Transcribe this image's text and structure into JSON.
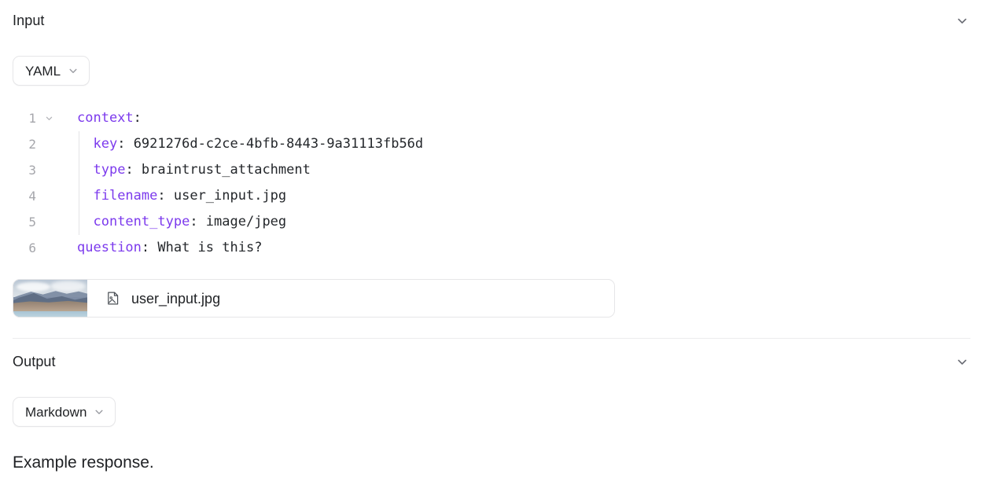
{
  "input": {
    "title": "Input",
    "collapse_icon": "chevron-down-icon",
    "format": {
      "label": "YAML",
      "chevron_icon": "chevron-down-icon"
    },
    "code": {
      "language": "yaml",
      "lines": [
        {
          "num": "1",
          "foldable": true,
          "indent": 0,
          "key": "context",
          "sep": ":",
          "value": ""
        },
        {
          "num": "2",
          "foldable": false,
          "indent": 2,
          "key": "key",
          "sep": ":",
          "value": " 6921276d-c2ce-4bfb-8443-9a31113fb56d"
        },
        {
          "num": "3",
          "foldable": false,
          "indent": 2,
          "key": "type",
          "sep": ":",
          "value": " braintrust_attachment"
        },
        {
          "num": "4",
          "foldable": false,
          "indent": 2,
          "key": "filename",
          "sep": ":",
          "value": " user_input.jpg"
        },
        {
          "num": "5",
          "foldable": false,
          "indent": 2,
          "key": "content_type",
          "sep": ":",
          "value": " image/jpeg"
        },
        {
          "num": "6",
          "foldable": false,
          "indent": 0,
          "key": "question",
          "sep": ":",
          "value": " What is this?"
        }
      ]
    },
    "attachment": {
      "file_name": "user_input.jpg",
      "file_icon": "file-image-icon",
      "thumbnail_alt": "mountain-lake-photo"
    }
  },
  "output": {
    "title": "Output",
    "collapse_icon": "chevron-down-icon",
    "format": {
      "label": "Markdown",
      "chevron_icon": "chevron-down-icon"
    },
    "body_text": "Example response."
  },
  "colors": {
    "key_purple": "#7c3aed",
    "text": "#1f2124",
    "muted": "#a5a6ab",
    "border": "#e6e6e8",
    "divider": "#ececee"
  }
}
